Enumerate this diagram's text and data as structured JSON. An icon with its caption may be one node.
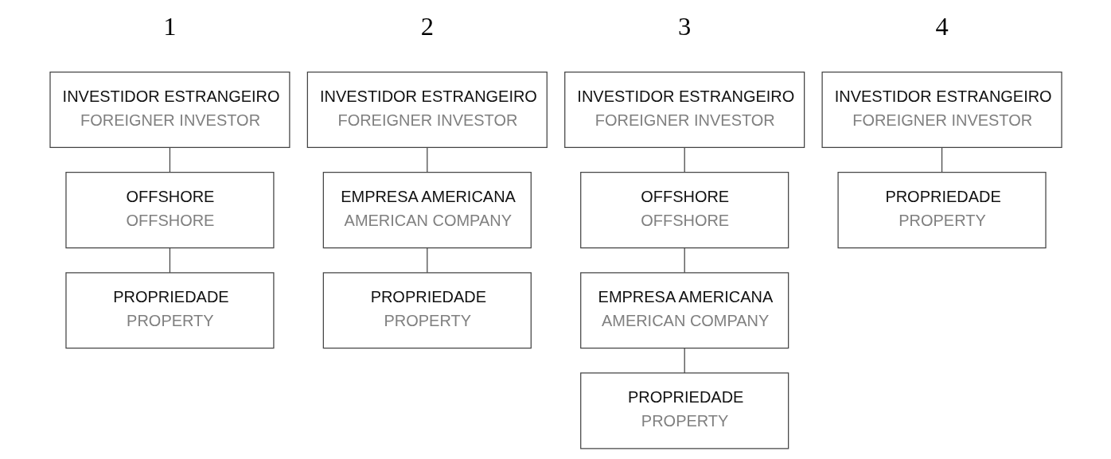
{
  "diagram": {
    "nodes": [
      {
        "text": [
          "INVESTIDOR ESTRANGEIRO",
          "FOREIGNER INVESTOR"
        ]
      },
      {
        "text": [
          "OFFSHORE",
          "OFFSHORE"
        ]
      },
      {
        "text": [
          "PROPRIEDADE",
          "PROPERTY"
        ]
      },
      {
        "text": [
          "INVESTIDOR ESTRANGEIRO",
          "FOREIGNER INVESTOR"
        ]
      },
      {
        "text": [
          "EMPRESA AMERICANA",
          "AMERICAN COMPANY"
        ]
      },
      {
        "text": [
          "PROPRIEDADE",
          "PROPERTY"
        ]
      },
      {
        "text": [
          "INVESTIDOR ESTRANGEIRO",
          "FOREIGNER INVESTOR"
        ]
      },
      {
        "text": [
          "OFFSHORE",
          "OFFSHORE"
        ]
      },
      {
        "text": [
          "EMPRESA AMERICANA",
          "AMERICAN COMPANY"
        ]
      },
      {
        "text": [
          "PROPRIEDADE",
          "PROPERTY"
        ]
      },
      {
        "text": [
          "INVESTIDOR ESTRANGEIRO",
          "FOREIGNER INVESTOR"
        ]
      },
      {
        "text": [
          "PROPRIEDADE",
          "PROPERTY"
        ]
      }
    ],
    "edges": [
      {
        "from": 0,
        "to": 1,
        "arrow": "none"
      },
      {
        "from": 1,
        "to": 2,
        "arrow": "none"
      },
      {
        "from": 3,
        "to": 4,
        "arrow": "none"
      },
      {
        "from": 4,
        "to": 5,
        "arrow": "none"
      },
      {
        "from": 6,
        "to": 7,
        "arrow": "none"
      },
      {
        "from": 7,
        "to": 8,
        "arrow": "none"
      },
      {
        "from": 8,
        "to": 9,
        "arrow": "none"
      },
      {
        "from": 10,
        "to": 11,
        "arrow": "none"
      }
    ],
    "labels": [
      "1",
      "2",
      "3",
      "4"
    ]
  }
}
